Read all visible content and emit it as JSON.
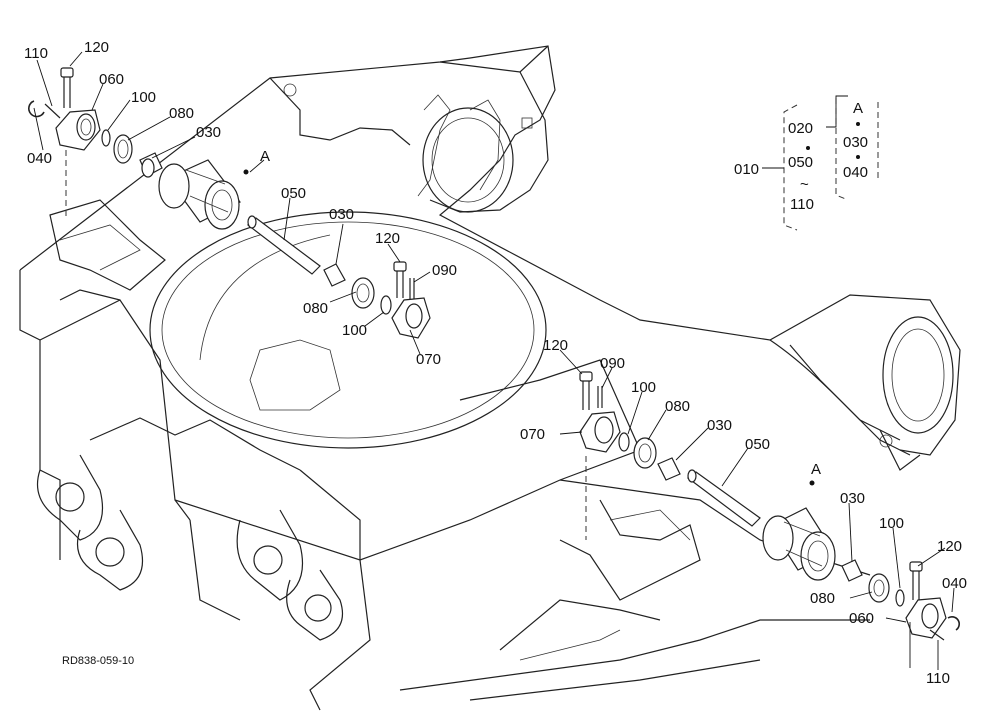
{
  "drawing_id": "RD838-059-10",
  "callouts": [
    {
      "id": "c110-top",
      "text": "110"
    },
    {
      "id": "c120-top",
      "text": "120"
    },
    {
      "id": "c060-top",
      "text": "060"
    },
    {
      "id": "c100-top",
      "text": "100"
    },
    {
      "id": "c080-top",
      "text": "080"
    },
    {
      "id": "c030-top",
      "text": "030"
    },
    {
      "id": "c040-top",
      "text": "040"
    },
    {
      "id": "cA-top",
      "text": "A"
    },
    {
      "id": "c050-mid",
      "text": "050"
    },
    {
      "id": "c030-mid",
      "text": "030"
    },
    {
      "id": "c120-mid",
      "text": "120"
    },
    {
      "id": "c090-mid",
      "text": "090"
    },
    {
      "id": "c080-mid",
      "text": "080"
    },
    {
      "id": "c100-mid",
      "text": "100"
    },
    {
      "id": "c070-mid",
      "text": "070"
    },
    {
      "id": "c120-low",
      "text": "120"
    },
    {
      "id": "c090-low",
      "text": "090"
    },
    {
      "id": "c100-low",
      "text": "100"
    },
    {
      "id": "c080-low",
      "text": "080"
    },
    {
      "id": "c070-low",
      "text": "070"
    },
    {
      "id": "c030-low",
      "text": "030"
    },
    {
      "id": "c050-low",
      "text": "050"
    },
    {
      "id": "cA-low",
      "text": "A"
    },
    {
      "id": "c030-right",
      "text": "030"
    },
    {
      "id": "c100-right",
      "text": "100"
    },
    {
      "id": "c120-right",
      "text": "120"
    },
    {
      "id": "c040-right",
      "text": "040"
    },
    {
      "id": "c080-right",
      "text": "080"
    },
    {
      "id": "c060-right",
      "text": "060"
    },
    {
      "id": "c110-right",
      "text": "110"
    }
  ],
  "legend": {
    "assembly": "010",
    "range_first": "020",
    "range_mid": "050",
    "range_tilde": "~",
    "range_last": "110",
    "sub_label": "A",
    "sub_items": [
      "030",
      "040"
    ]
  }
}
